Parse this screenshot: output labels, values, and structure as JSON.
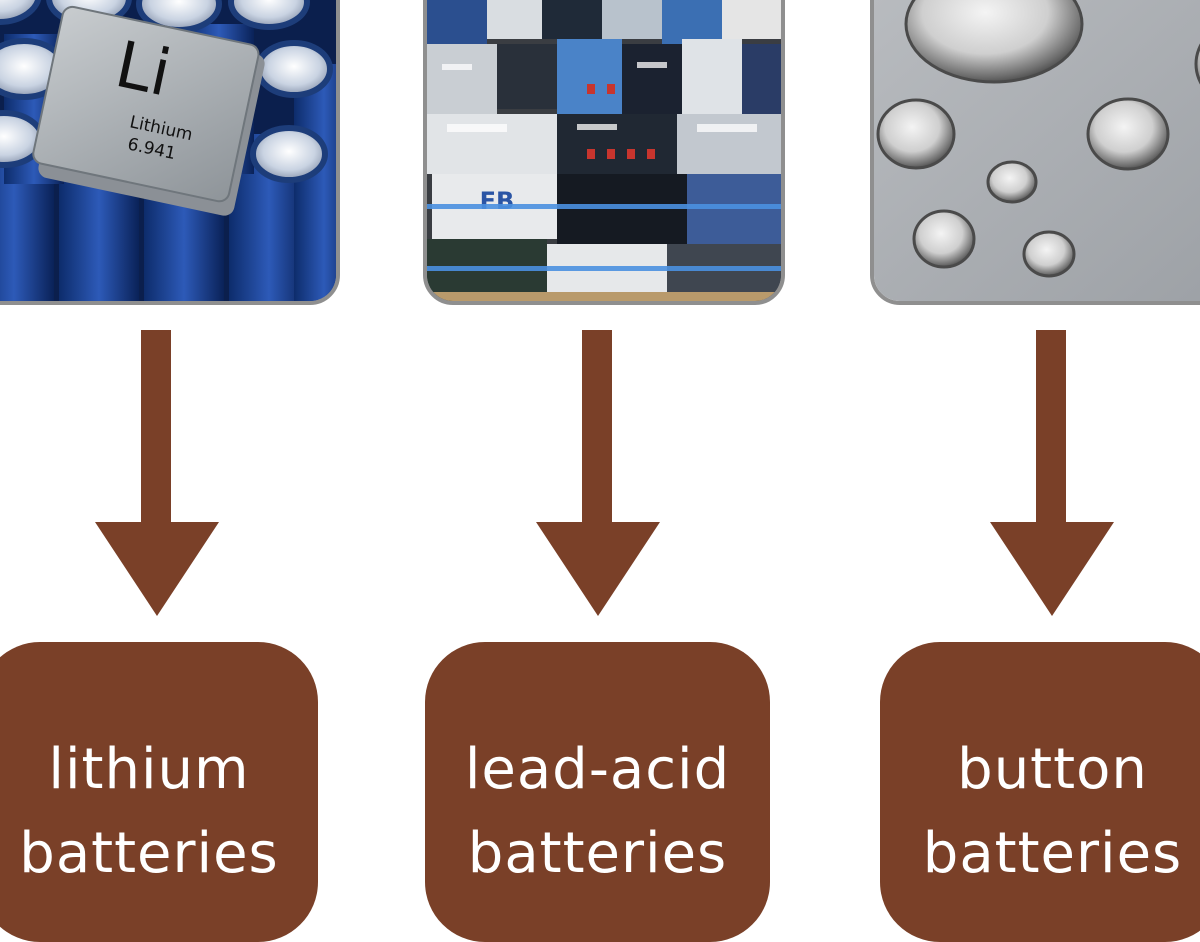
{
  "images": {
    "lithium": {
      "chip_symbol": "Li",
      "chip_name": "Lithium",
      "chip_mass": "6.941"
    },
    "lead_acid": {
      "brand_mark": "FB"
    }
  },
  "labels": [
    {
      "line1": "lithium",
      "line2": "batteries"
    },
    {
      "line1": "lead-acid",
      "line2": "batteries"
    },
    {
      "line1": "button",
      "line2": "batteries"
    }
  ],
  "colors": {
    "arrow": "#7a4028",
    "box": "#7a4028",
    "photo_border": "#8f8f8f"
  }
}
